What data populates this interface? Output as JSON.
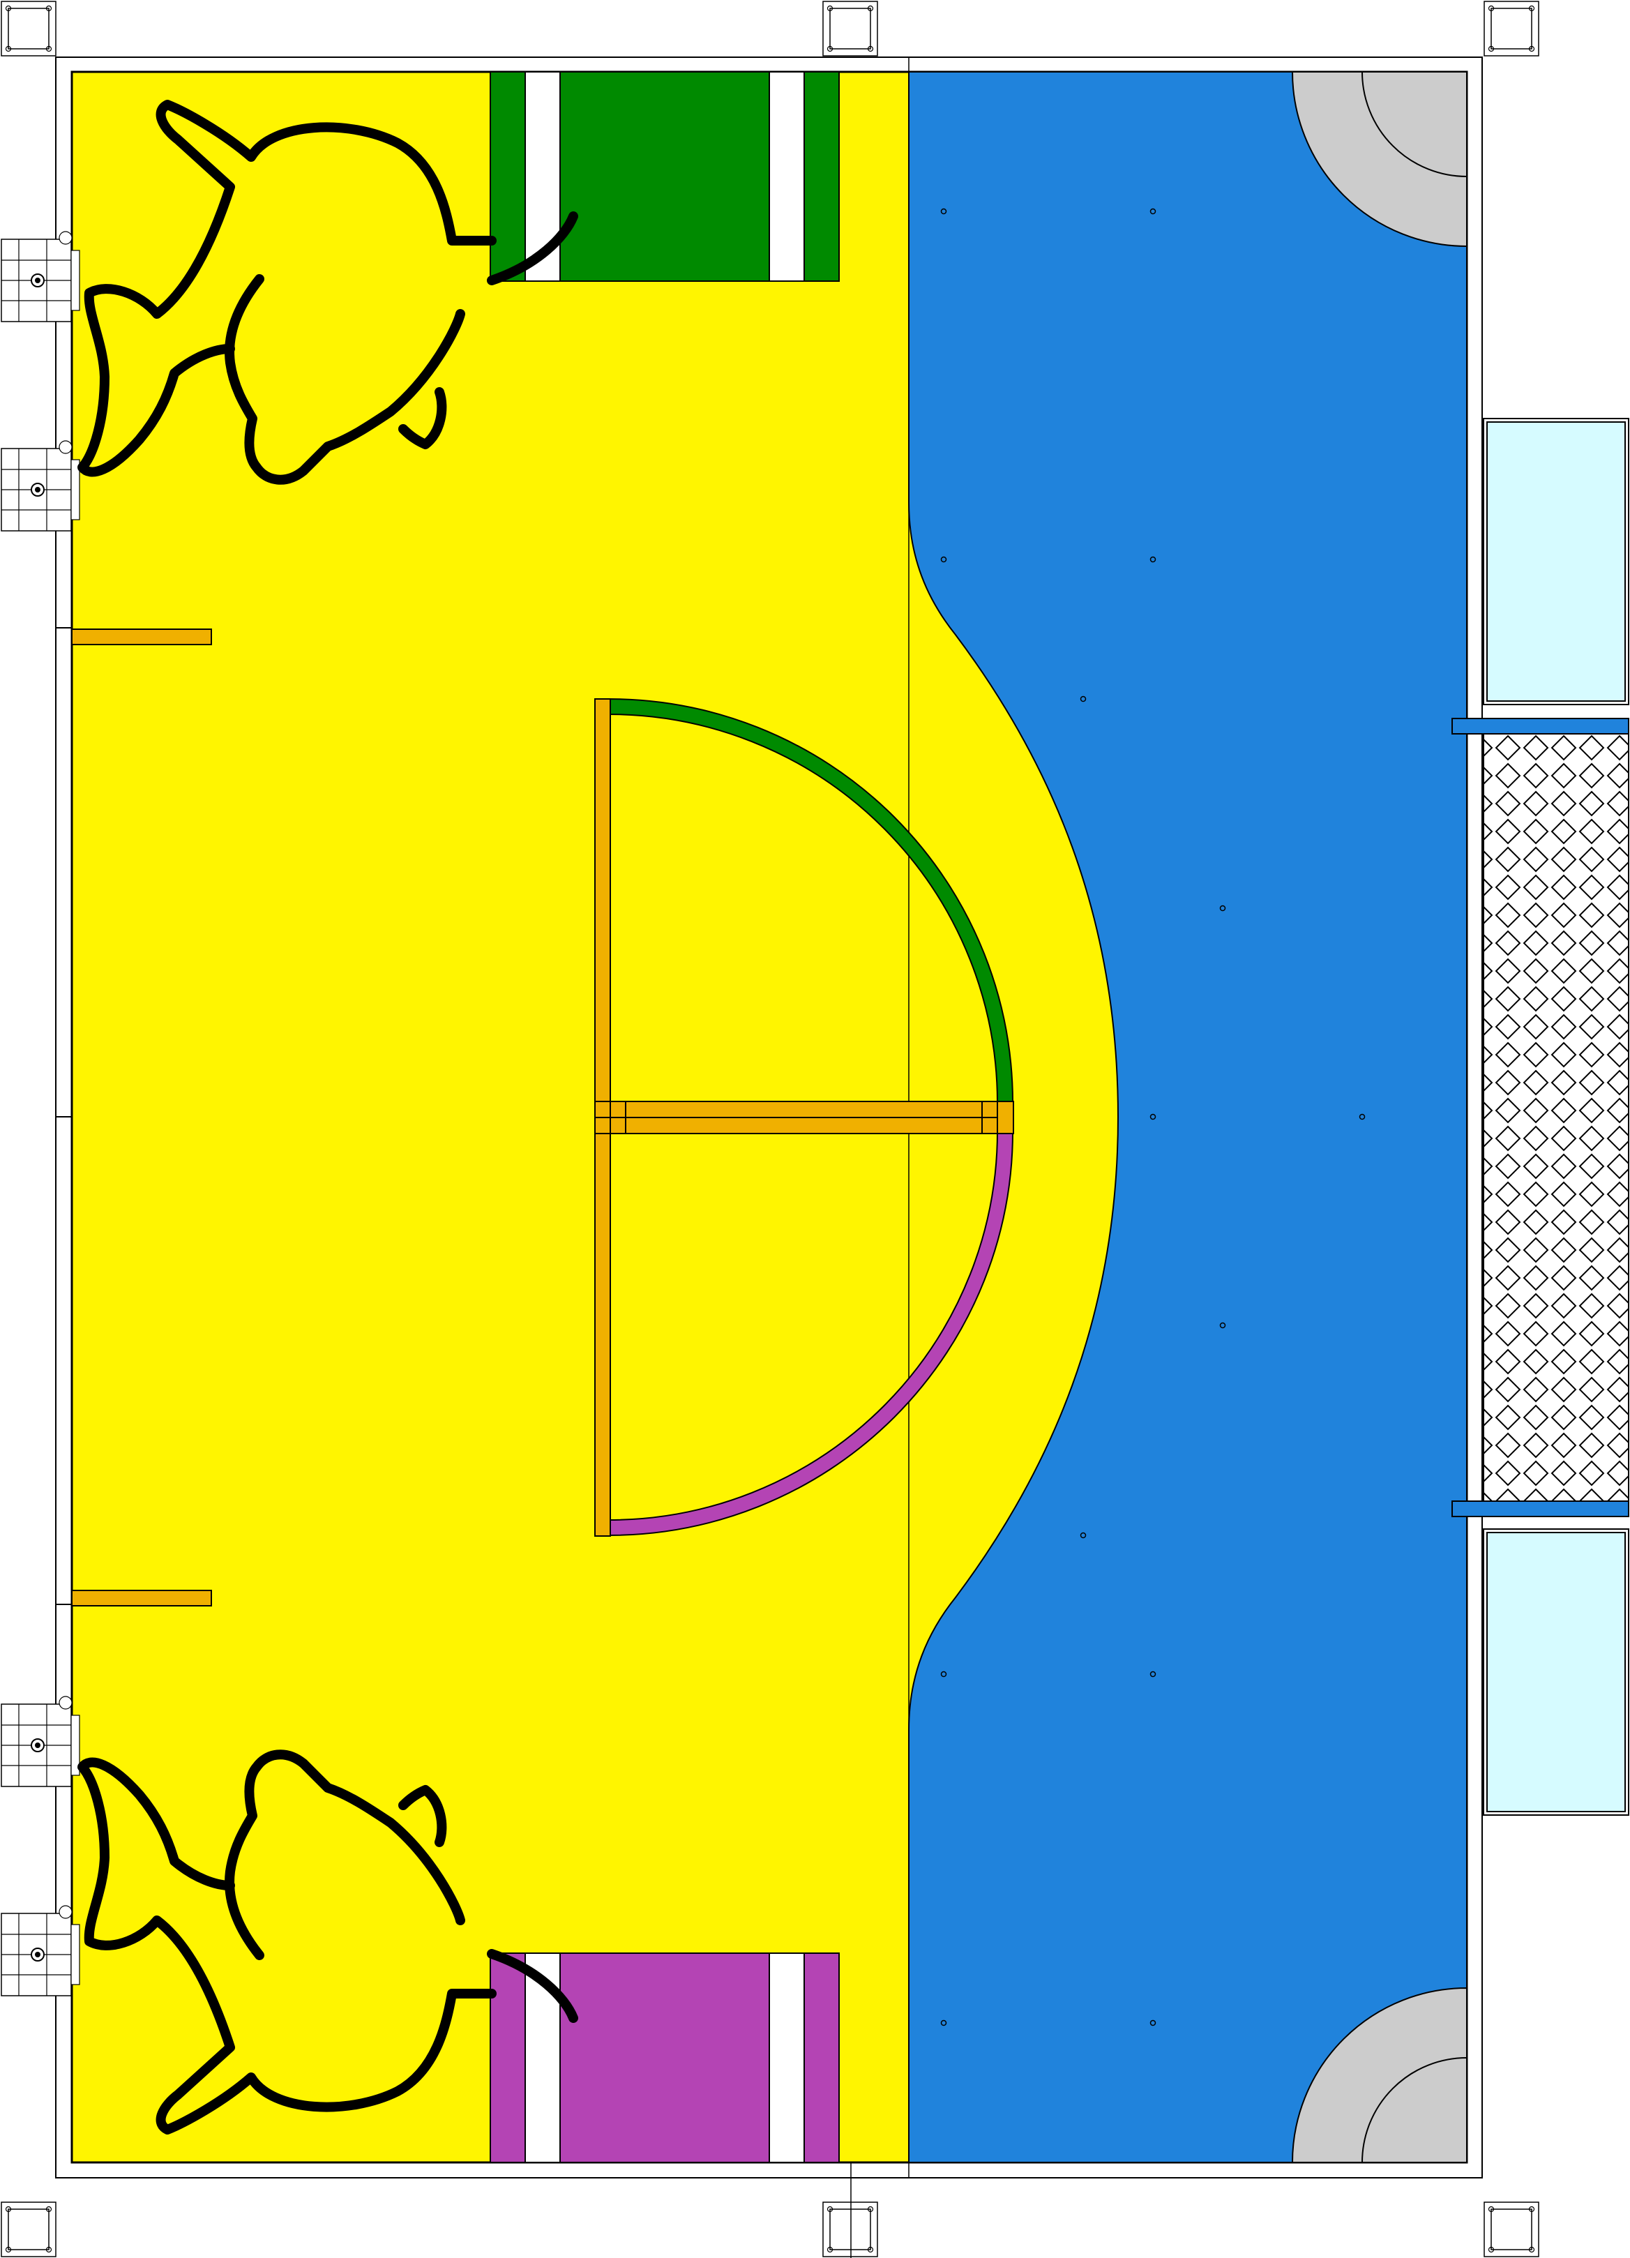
{
  "colors": {
    "background": "#ffffff",
    "yellow_zone": "#fff500",
    "blue_zone": "#2083dc",
    "green": "#008a00",
    "magenta": "#b444b4",
    "orange": "#f0b000",
    "gray": "#cccccc",
    "light_cyan": "#d6fbff",
    "outline": "#000000",
    "stripe": "#ffffff"
  },
  "icons": {
    "goal_top": "green-goal-icon",
    "goal_bottom": "magenta-goal-icon",
    "kangaroo": "kangaroo-outline-icon",
    "corner_bracket": "corner-bracket-icon",
    "hinge": "hinge-bracket-icon",
    "net": "diamond-net-icon"
  },
  "elements": {
    "kangaroo_top": "kangaroo",
    "kangaroo_bottom": "kangaroo",
    "arc_top": "green",
    "arc_bottom": "magenta"
  }
}
